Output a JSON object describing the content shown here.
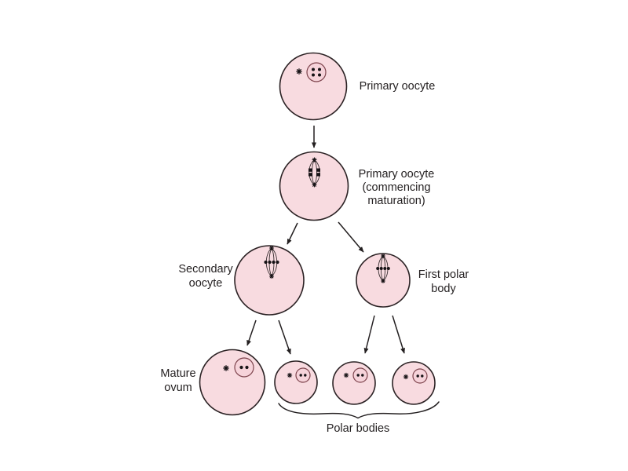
{
  "diagram": {
    "background": "#ffffff",
    "colors": {
      "cell_fill": "#f8dbe0",
      "cell_stroke": "#2b2224",
      "nucleus_stroke": "#7d434c",
      "chromatin": "#161215",
      "line_and_text": "#231f20"
    },
    "labels": {
      "primary_oocyte": "Primary oocyte",
      "primary_oocyte_maturing": "Primary oocyte\n(commencing\nmaturation)",
      "secondary_oocyte": "Secondary\noocyte",
      "first_polar_body": "First polar\nbody",
      "mature_ovum": "Mature\novum",
      "polar_bodies": "Polar bodies"
    }
  }
}
